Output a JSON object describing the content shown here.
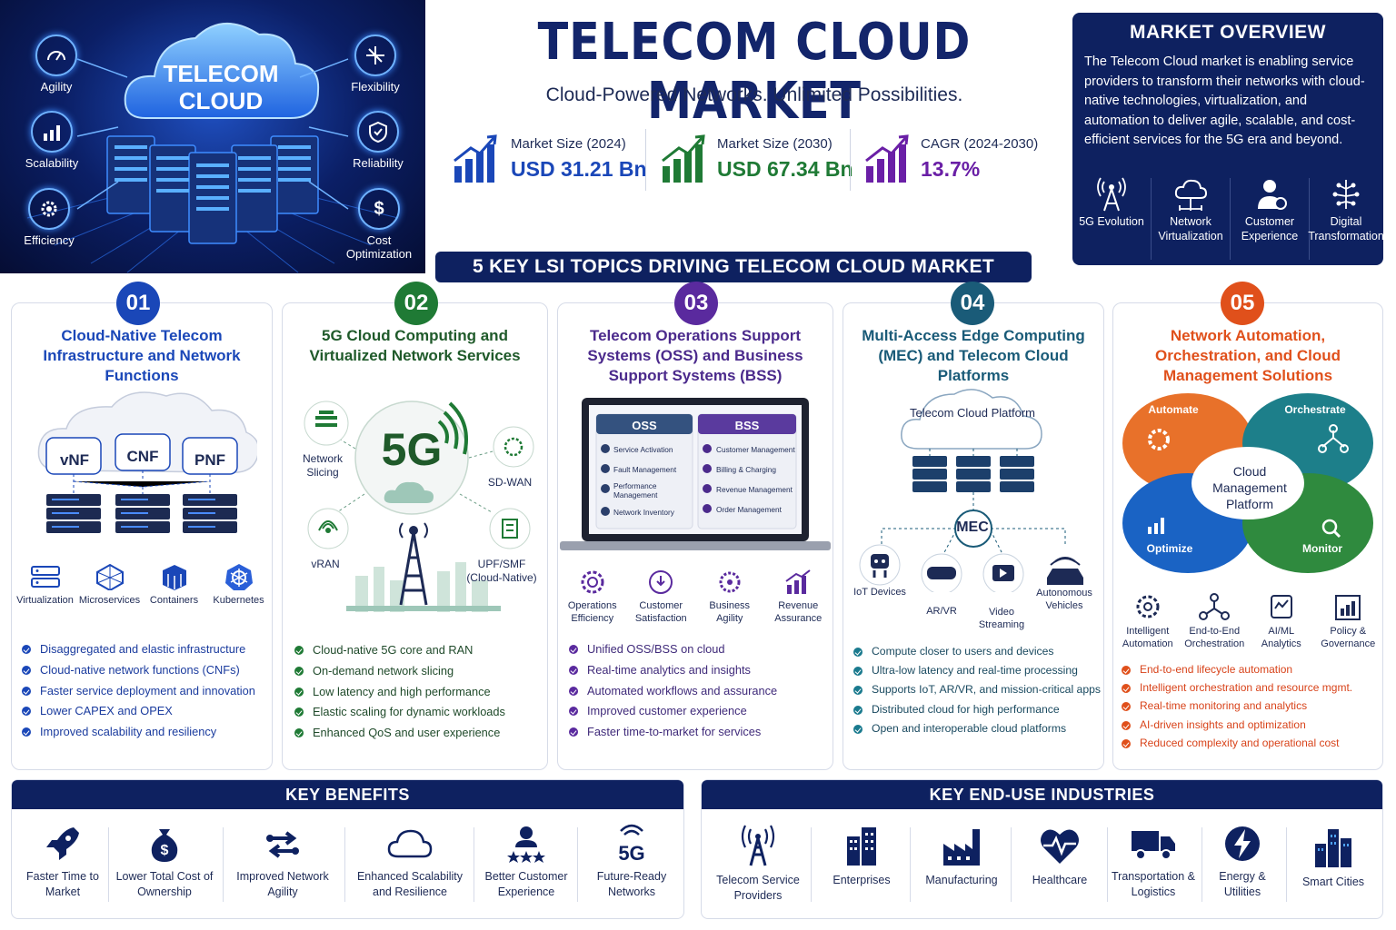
{
  "hero": {
    "cloud_text_line1": "TELECOM",
    "cloud_text_line2": "CLOUD",
    "features": [
      "Agility",
      "Scalability",
      "Efficiency",
      "Flexibility",
      "Reliability",
      "Cost Optimization"
    ]
  },
  "header": {
    "title": "TELECOM CLOUD MARKET",
    "subtitle": "Cloud-Powered Networks. Unlimited Possibilities."
  },
  "stats": [
    {
      "label": "Market Size (2024)",
      "value": "USD 31.21 Bn",
      "color": "#1a47b8"
    },
    {
      "label": "Market Size (2030)",
      "value": "USD 67.34 Bn",
      "color": "#1f7a35"
    },
    {
      "label": "CAGR (2024-2030)",
      "value": "13.7%",
      "color": "#6a1fa6"
    }
  ],
  "overview": {
    "title": "MARKET OVERVIEW",
    "text": "The Telecom Cloud market is enabling service providers to transform their networks with cloud-native technologies, virtualization, and automation to deliver agile, scalable, and cost-efficient services for the 5G era and beyond.",
    "items": [
      "5G Evolution",
      "Network Virtualization",
      "Customer Experience",
      "Digital Transformation"
    ]
  },
  "banner": "5 KEY LSI TOPICS DRIVING TELECOM CLOUD MARKET",
  "topics": [
    {
      "num": "01",
      "color": "#1a47b8",
      "title": "Cloud-Native Telecom Infrastructure and Network Functions",
      "diagram": {
        "boxes": [
          "vNF",
          "CNF",
          "PNF"
        ]
      },
      "icons": [
        "Virtualization",
        "Microservices",
        "Containers",
        "Kubernetes"
      ],
      "bullets": [
        "Disaggregated and elastic infrastructure",
        "Cloud-native network functions (CNFs)",
        "Faster service deployment and innovation",
        "Lower CAPEX and OPEX",
        "Improved scalability and resiliency"
      ]
    },
    {
      "num": "02",
      "color": "#1f7a35",
      "title": "5G Cloud Computing and Virtualized Network Services",
      "diagram": {
        "center": "5G",
        "labels": [
          "Network Slicing",
          "SD-WAN",
          "vRAN",
          "UPF/SMF (Cloud-Native)"
        ]
      },
      "bullets": [
        "Cloud-native 5G core and RAN",
        "On-demand network slicing",
        "Low latency and high performance",
        "Elastic scaling for dynamic workloads",
        "Enhanced QoS and user experience"
      ]
    },
    {
      "num": "03",
      "color": "#5a2a9e",
      "title": "Telecom Operations Support Systems (OSS) and Business Support Systems (BSS)",
      "diagram": {
        "oss_title": "OSS",
        "oss_items": [
          "Service Activation",
          "Fault Management",
          "Performance Management",
          "Network Inventory"
        ],
        "bss_title": "BSS",
        "bss_items": [
          "Customer Management",
          "Billing & Charging",
          "Revenue Management",
          "Order Management"
        ]
      },
      "icons": [
        "Operations Efficiency",
        "Customer Satisfaction",
        "Business Agility",
        "Revenue Assurance"
      ],
      "bullets": [
        "Unified OSS/BSS on cloud",
        "Real-time analytics and insights",
        "Automated workflows and assurance",
        "Improved customer experience",
        "Faster time-to-market for services"
      ]
    },
    {
      "num": "04",
      "color": "#1a5b78",
      "title": "Multi-Access Edge Computing (MEC) and Telecom Cloud Platforms",
      "diagram": {
        "cloud": "Telecom Cloud Platform",
        "hub": "MEC",
        "labels": [
          "IoT Devices",
          "AR/VR",
          "Video Streaming",
          "Autonomous Vehicles"
        ]
      },
      "bullets": [
        "Compute closer to users and devices",
        "Ultra-low latency and real-time processing",
        "Supports IoT, AR/VR, and mission-critical apps",
        "Distributed cloud for high performance",
        "Open and interoperable cloud platforms"
      ]
    },
    {
      "num": "05",
      "color": "#e0501b",
      "title": "Network Automation, Orchestration, and Cloud Management Solutions",
      "diagram": {
        "center": "Cloud Management Platform",
        "petals": [
          "Automate",
          "Orchestrate",
          "Optimize",
          "Monitor"
        ]
      },
      "icons": [
        "Intelligent Automation",
        "End-to-End Orchestration",
        "AI/ML Analytics",
        "Policy & Governance"
      ],
      "bullets": [
        "End-to-end lifecycle automation",
        "Intelligent orchestration and resource mgmt.",
        "Real-time monitoring and analytics",
        "AI-driven insights and optimization",
        "Reduced complexity and operational cost"
      ]
    }
  ],
  "benefits": {
    "title": "KEY BENEFITS",
    "items": [
      "Faster Time to Market",
      "Lower Total Cost of Ownership",
      "Improved Network Agility",
      "Enhanced Scalability and Resilience",
      "Better Customer Experience",
      "Future-Ready Networks"
    ],
    "five_g_text": "5G"
  },
  "industries": {
    "title": "KEY END-USE INDUSTRIES",
    "items": [
      "Telecom Service Providers",
      "Enterprises",
      "Manufacturing",
      "Healthcare",
      "Transportation & Logistics",
      "Energy & Utilities",
      "Smart Cities"
    ]
  }
}
